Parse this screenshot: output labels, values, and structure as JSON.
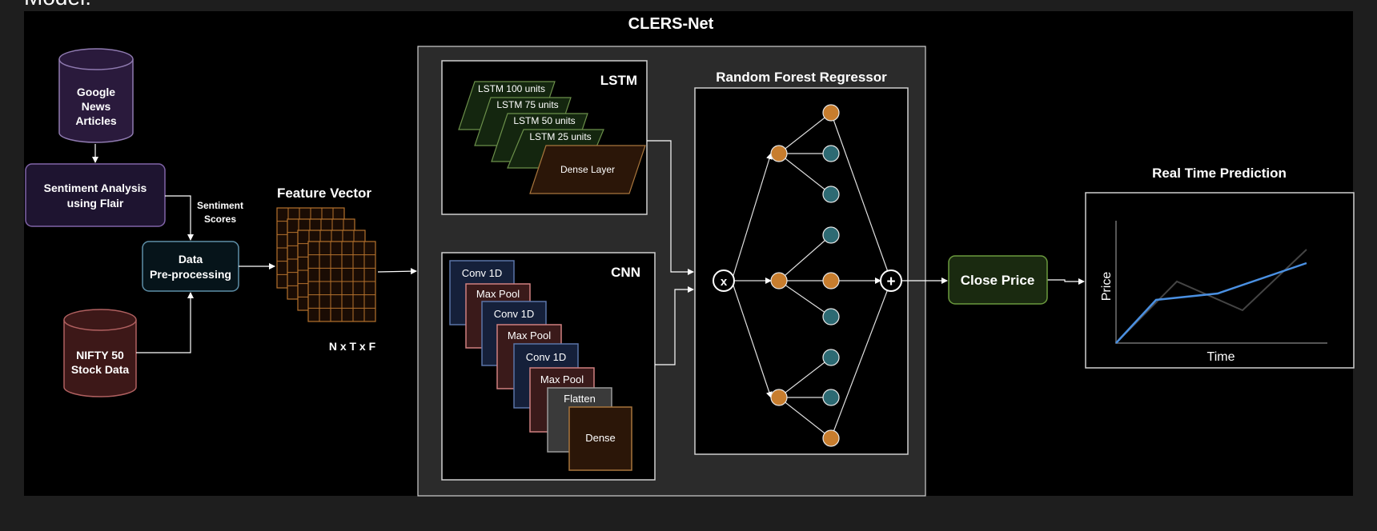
{
  "header": {
    "title_fragment": "Model:"
  },
  "main": {
    "title": "CLERS-Net",
    "inputs": {
      "news": [
        "Google",
        "News",
        "Articles"
      ],
      "stock": [
        "NIFTY 50",
        "Stock Data"
      ]
    },
    "sentiment_box": [
      "Sentiment Analysis",
      "using Flair"
    ],
    "sentiment_scores": [
      "Sentiment",
      "Scores"
    ],
    "preprocessing_box": [
      "Data",
      "Pre-processing"
    ],
    "feature_vector": {
      "title": "Feature Vector",
      "dims": "N x T x F"
    },
    "lstm": {
      "title": "LSTM",
      "layers": [
        "LSTM 100 units",
        "LSTM 75 units",
        "LSTM 50 units",
        "LSTM 25 units",
        "Dense Layer"
      ]
    },
    "cnn": {
      "title": "CNN",
      "layers": [
        "Conv 1D",
        "Max Pool",
        "Conv 1D",
        "Max Pool",
        "Conv 1D",
        "Max Pool",
        "Flatten",
        "Dense"
      ]
    },
    "random_forest": {
      "title": "Random Forest Regressor",
      "input_symbol": "x",
      "sum_symbol": "+"
    },
    "output_box": "Close Price",
    "prediction": {
      "title": "Real Time Prediction",
      "xlabel": "Time",
      "ylabel": "Price"
    }
  },
  "colors": {
    "background": "#1e1e1e",
    "panel": "#000000",
    "module": "#2b2b2b",
    "sentiment_fill": "#1e1430",
    "sentiment_stroke": "#8064a8",
    "preproc_fill": "#06141a",
    "preproc_stroke": "#5e8fa8",
    "news_fill": "#2a1a3c",
    "news_stroke": "#8f7ab0",
    "stock_fill": "#3d1818",
    "stock_stroke": "#b06060",
    "lstm_fill": "#14260f",
    "lstm_stroke": "#6b8f4a",
    "dense_fill": "#2b1608",
    "dense_stroke": "#a8753c",
    "conv_fill": "#15203a",
    "conv_stroke": "#5a74a8",
    "pool_fill": "#3a1a1a",
    "pool_stroke": "#d08080",
    "flatten_fill": "#3a3a3a",
    "flatten_stroke": "#9a9a9a",
    "grid_stroke": "#b5722d",
    "grid_fill": "#1a0c04",
    "node_orange": "#c77d2e",
    "node_teal": "#2d6a73",
    "close_fill": "#1a2a10",
    "close_stroke": "#6b9a3e",
    "series_blue": "#4a90e2",
    "series_gray": "#444444"
  }
}
